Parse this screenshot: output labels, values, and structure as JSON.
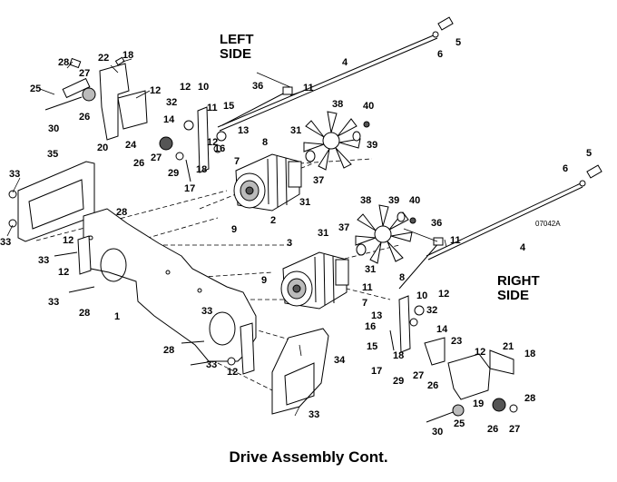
{
  "caption": "Drive Assembly Cont.",
  "side_labels": {
    "left": [
      "LEFT",
      "SIDE"
    ],
    "right": [
      "RIGHT",
      "SIDE"
    ]
  },
  "drawing_id": "07042A",
  "callouts": [
    "1",
    "2",
    "3",
    "4",
    "4",
    "5",
    "5",
    "6",
    "6",
    "7",
    "7",
    "8",
    "8",
    "9",
    "9",
    "10",
    "10",
    "11",
    "11",
    "11",
    "11",
    "12",
    "12",
    "12",
    "12",
    "12",
    "12",
    "12",
    "12",
    "13",
    "13",
    "14",
    "14",
    "15",
    "15",
    "16",
    "16",
    "17",
    "17",
    "18",
    "18",
    "18",
    "18",
    "19",
    "20",
    "21",
    "22",
    "23",
    "24",
    "25",
    "25",
    "26",
    "26",
    "26",
    "26",
    "27",
    "27",
    "27",
    "27",
    "28",
    "28",
    "28",
    "28",
    "28",
    "29",
    "29",
    "30",
    "30",
    "31",
    "31",
    "31",
    "31",
    "32",
    "32",
    "33",
    "33",
    "33",
    "33",
    "33",
    "33",
    "33",
    "34",
    "35",
    "36",
    "36",
    "37",
    "37",
    "38",
    "38",
    "39",
    "39",
    "40",
    "40"
  ]
}
